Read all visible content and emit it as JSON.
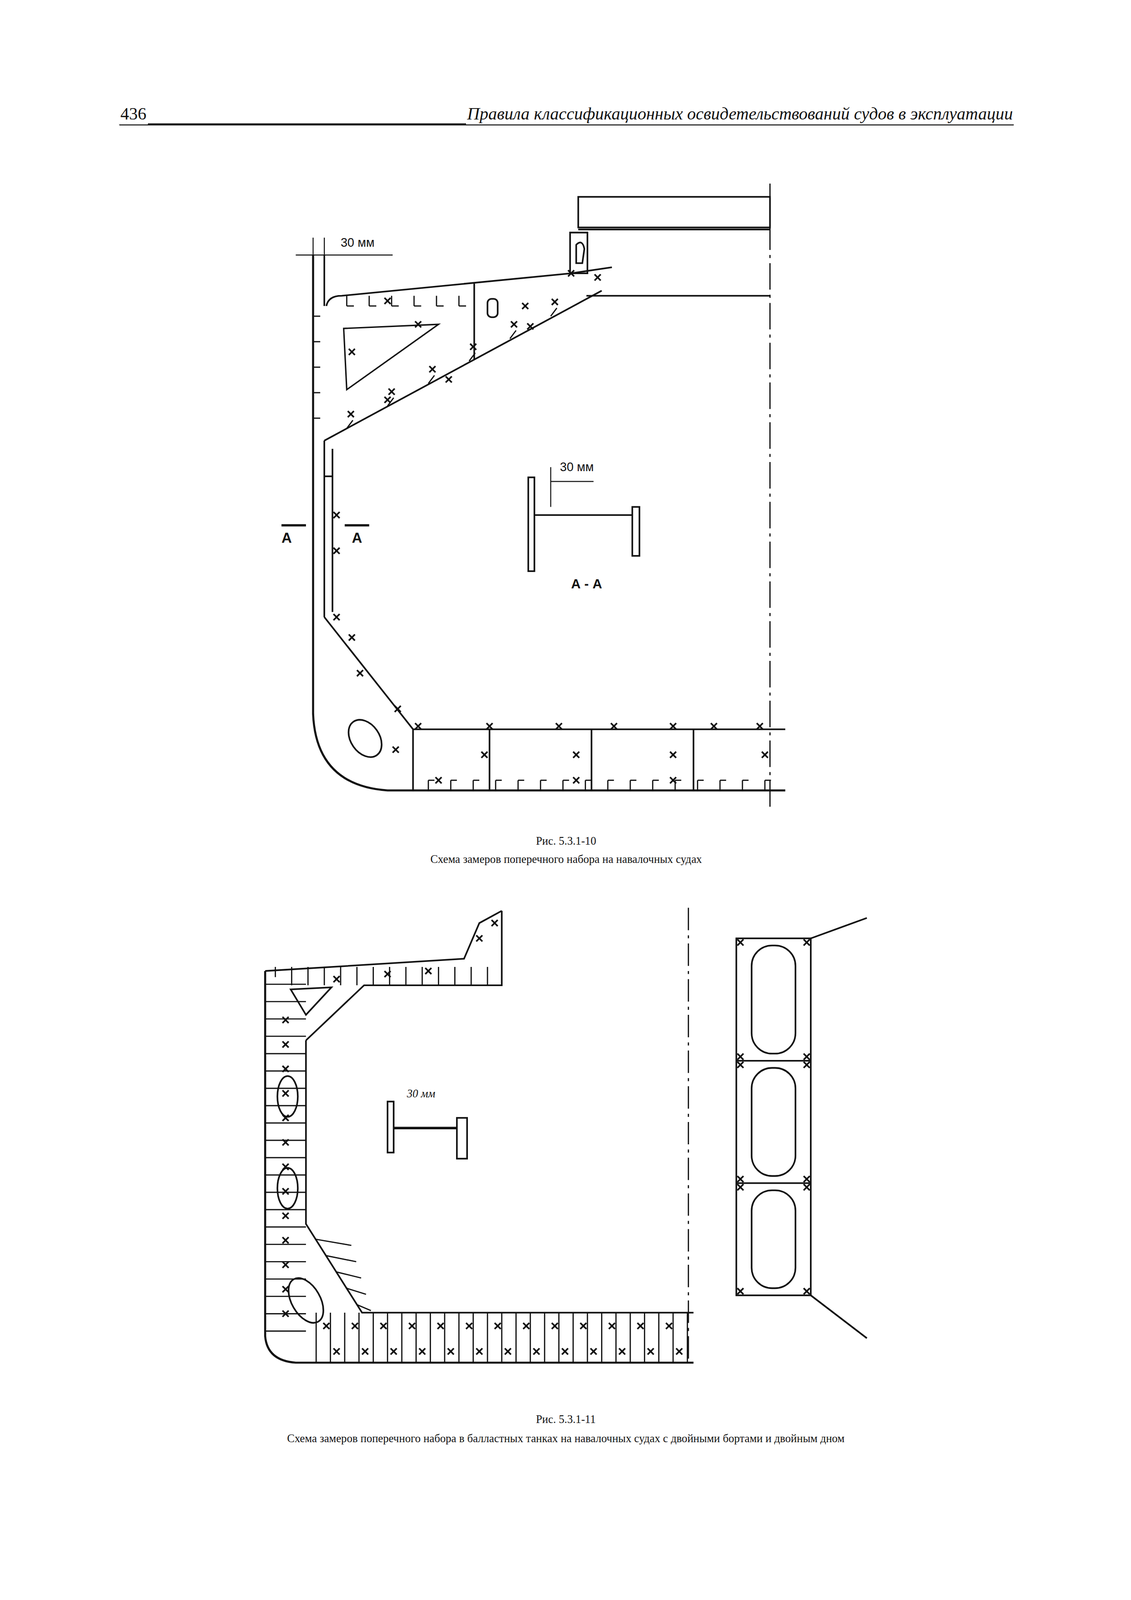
{
  "diagram": {
    "labels": [
      "436",
      "Правила классификационных освидетельствований судов в эксплуатации",
      "30 мм",
      "А",
      "А",
      "30 мм",
      "А - А",
      "Рис. 5.3.1-10",
      "Схема замеров поперечного набора на навалочных судах",
      "30 мм",
      "Рис. 5.3.1-11",
      "Схема замеров поперечного набора в балластных танках на навалочных судах с двойными бортами и двойным дном"
    ]
  }
}
